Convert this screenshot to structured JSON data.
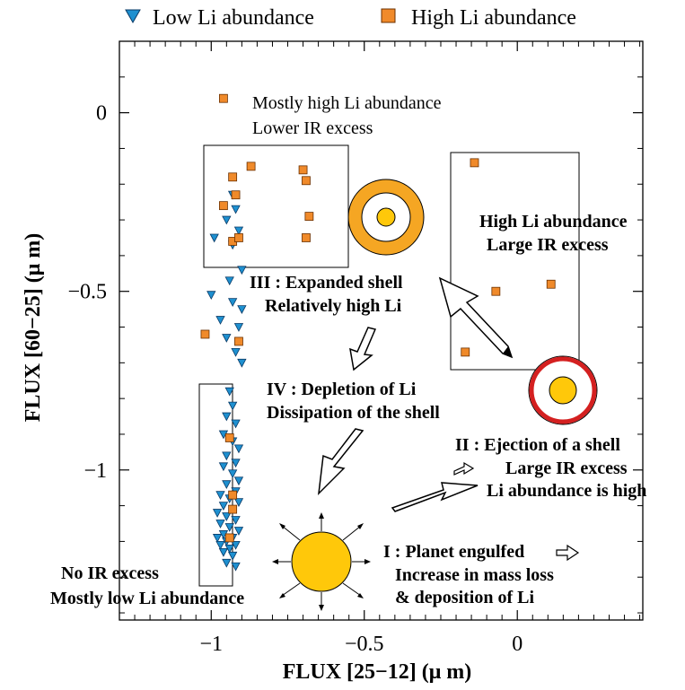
{
  "chart_data": {
    "type": "scatter",
    "title": "",
    "xlabel": "FLUX   [25−12] (μ m)",
    "ylabel": "FLUX   [60−25] (μ m)",
    "xlim": [
      -1.3,
      0.41
    ],
    "ylim": [
      -1.42,
      0.2
    ],
    "x_ticks": [
      {
        "value": -1,
        "label": "−1"
      },
      {
        "value": -0.5,
        "label": "−0.5"
      },
      {
        "value": 0,
        "label": "0"
      }
    ],
    "y_ticks": [
      {
        "value": 0,
        "label": "0"
      },
      {
        "value": -0.5,
        "label": "−0.5"
      },
      {
        "value": -1,
        "label": "−1"
      }
    ],
    "grid": false,
    "legend_position": "top",
    "series": [
      {
        "name": "Low Li abundance",
        "marker": "triangle-down",
        "color": "#1e90d0",
        "points": [
          [
            -0.93,
            -0.23
          ],
          [
            -0.92,
            -0.27
          ],
          [
            -0.95,
            -0.3
          ],
          [
            -0.91,
            -0.33
          ],
          [
            -0.99,
            -0.35
          ],
          [
            -0.93,
            -0.37
          ],
          [
            -0.9,
            -0.44
          ],
          [
            -0.94,
            -0.47
          ],
          [
            -1.0,
            -0.51
          ],
          [
            -0.93,
            -0.53
          ],
          [
            -0.9,
            -0.55
          ],
          [
            -0.97,
            -0.58
          ],
          [
            -0.91,
            -0.6
          ],
          [
            -0.95,
            -0.63
          ],
          [
            -0.92,
            -0.67
          ],
          [
            -0.9,
            -0.7
          ],
          [
            -0.94,
            -0.78
          ],
          [
            -0.93,
            -0.82
          ],
          [
            -0.95,
            -0.85
          ],
          [
            -0.92,
            -0.87
          ],
          [
            -0.96,
            -0.9
          ],
          [
            -0.93,
            -0.92
          ],
          [
            -0.91,
            -0.94
          ],
          [
            -0.95,
            -0.96
          ],
          [
            -0.92,
            -0.98
          ],
          [
            -0.96,
            -0.99
          ],
          [
            -0.93,
            -1.01
          ],
          [
            -0.91,
            -1.03
          ],
          [
            -0.95,
            -1.04
          ],
          [
            -0.92,
            -1.06
          ],
          [
            -0.97,
            -1.07
          ],
          [
            -0.94,
            -1.08
          ],
          [
            -0.91,
            -1.09
          ],
          [
            -0.96,
            -1.1
          ],
          [
            -0.93,
            -1.11
          ],
          [
            -0.98,
            -1.12
          ],
          [
            -0.95,
            -1.13
          ],
          [
            -0.92,
            -1.14
          ],
          [
            -0.97,
            -1.15
          ],
          [
            -0.94,
            -1.16
          ],
          [
            -0.91,
            -1.17
          ],
          [
            -0.96,
            -1.18
          ],
          [
            -0.93,
            -1.19
          ],
          [
            -0.98,
            -1.19
          ],
          [
            -0.95,
            -1.2
          ],
          [
            -0.92,
            -1.21
          ],
          [
            -0.97,
            -1.21
          ],
          [
            -0.94,
            -1.22
          ],
          [
            -0.96,
            -1.23
          ],
          [
            -0.93,
            -1.24
          ],
          [
            -0.95,
            -1.26
          ],
          [
            -0.92,
            -1.27
          ]
        ]
      },
      {
        "name": "High Li abundance",
        "marker": "square",
        "color": "#f08a2a",
        "points": [
          [
            -0.96,
            0.04
          ],
          [
            -0.87,
            -0.15
          ],
          [
            -0.93,
            -0.18
          ],
          [
            -0.7,
            -0.16
          ],
          [
            -0.69,
            -0.19
          ],
          [
            -0.92,
            -0.23
          ],
          [
            -0.96,
            -0.26
          ],
          [
            -0.68,
            -0.29
          ],
          [
            -0.93,
            -0.36
          ],
          [
            -0.91,
            -0.35
          ],
          [
            -0.69,
            -0.35
          ],
          [
            -0.14,
            -0.14
          ],
          [
            -1.02,
            -0.62
          ],
          [
            -0.91,
            -0.64
          ],
          [
            -0.07,
            -0.5
          ],
          [
            0.11,
            -0.48
          ],
          [
            -0.17,
            -0.67
          ],
          [
            -0.94,
            -0.91
          ],
          [
            -0.93,
            -1.07
          ],
          [
            -0.93,
            -1.11
          ],
          [
            -0.94,
            -1.19
          ]
        ]
      }
    ],
    "annotations": {
      "top_group": [
        "Mostly high Li abundance",
        "Lower IR excess"
      ],
      "right_group": [
        "High Li abundance",
        "Large IR excess"
      ],
      "stage_iii": [
        "III : Expanded shell",
        "Relatively high Li"
      ],
      "stage_iv": [
        "IV : Depletion of Li",
        "Dissipation of the shell"
      ],
      "stage_ii": [
        "II : Ejection of a shell",
        "Large IR excess",
        "Li abundance is high"
      ],
      "stage_i": [
        "I : Planet engulfed",
        "Increase in mass loss",
        "& deposition of Li"
      ],
      "bottom_group": [
        "No IR   excess",
        "Mostly   low Li abundance"
      ]
    },
    "colors": {
      "frame": "#000000",
      "star_fill": "#ffc80a",
      "shell_fill": "#f5a623",
      "shell_ring_red": "#d42020"
    }
  }
}
